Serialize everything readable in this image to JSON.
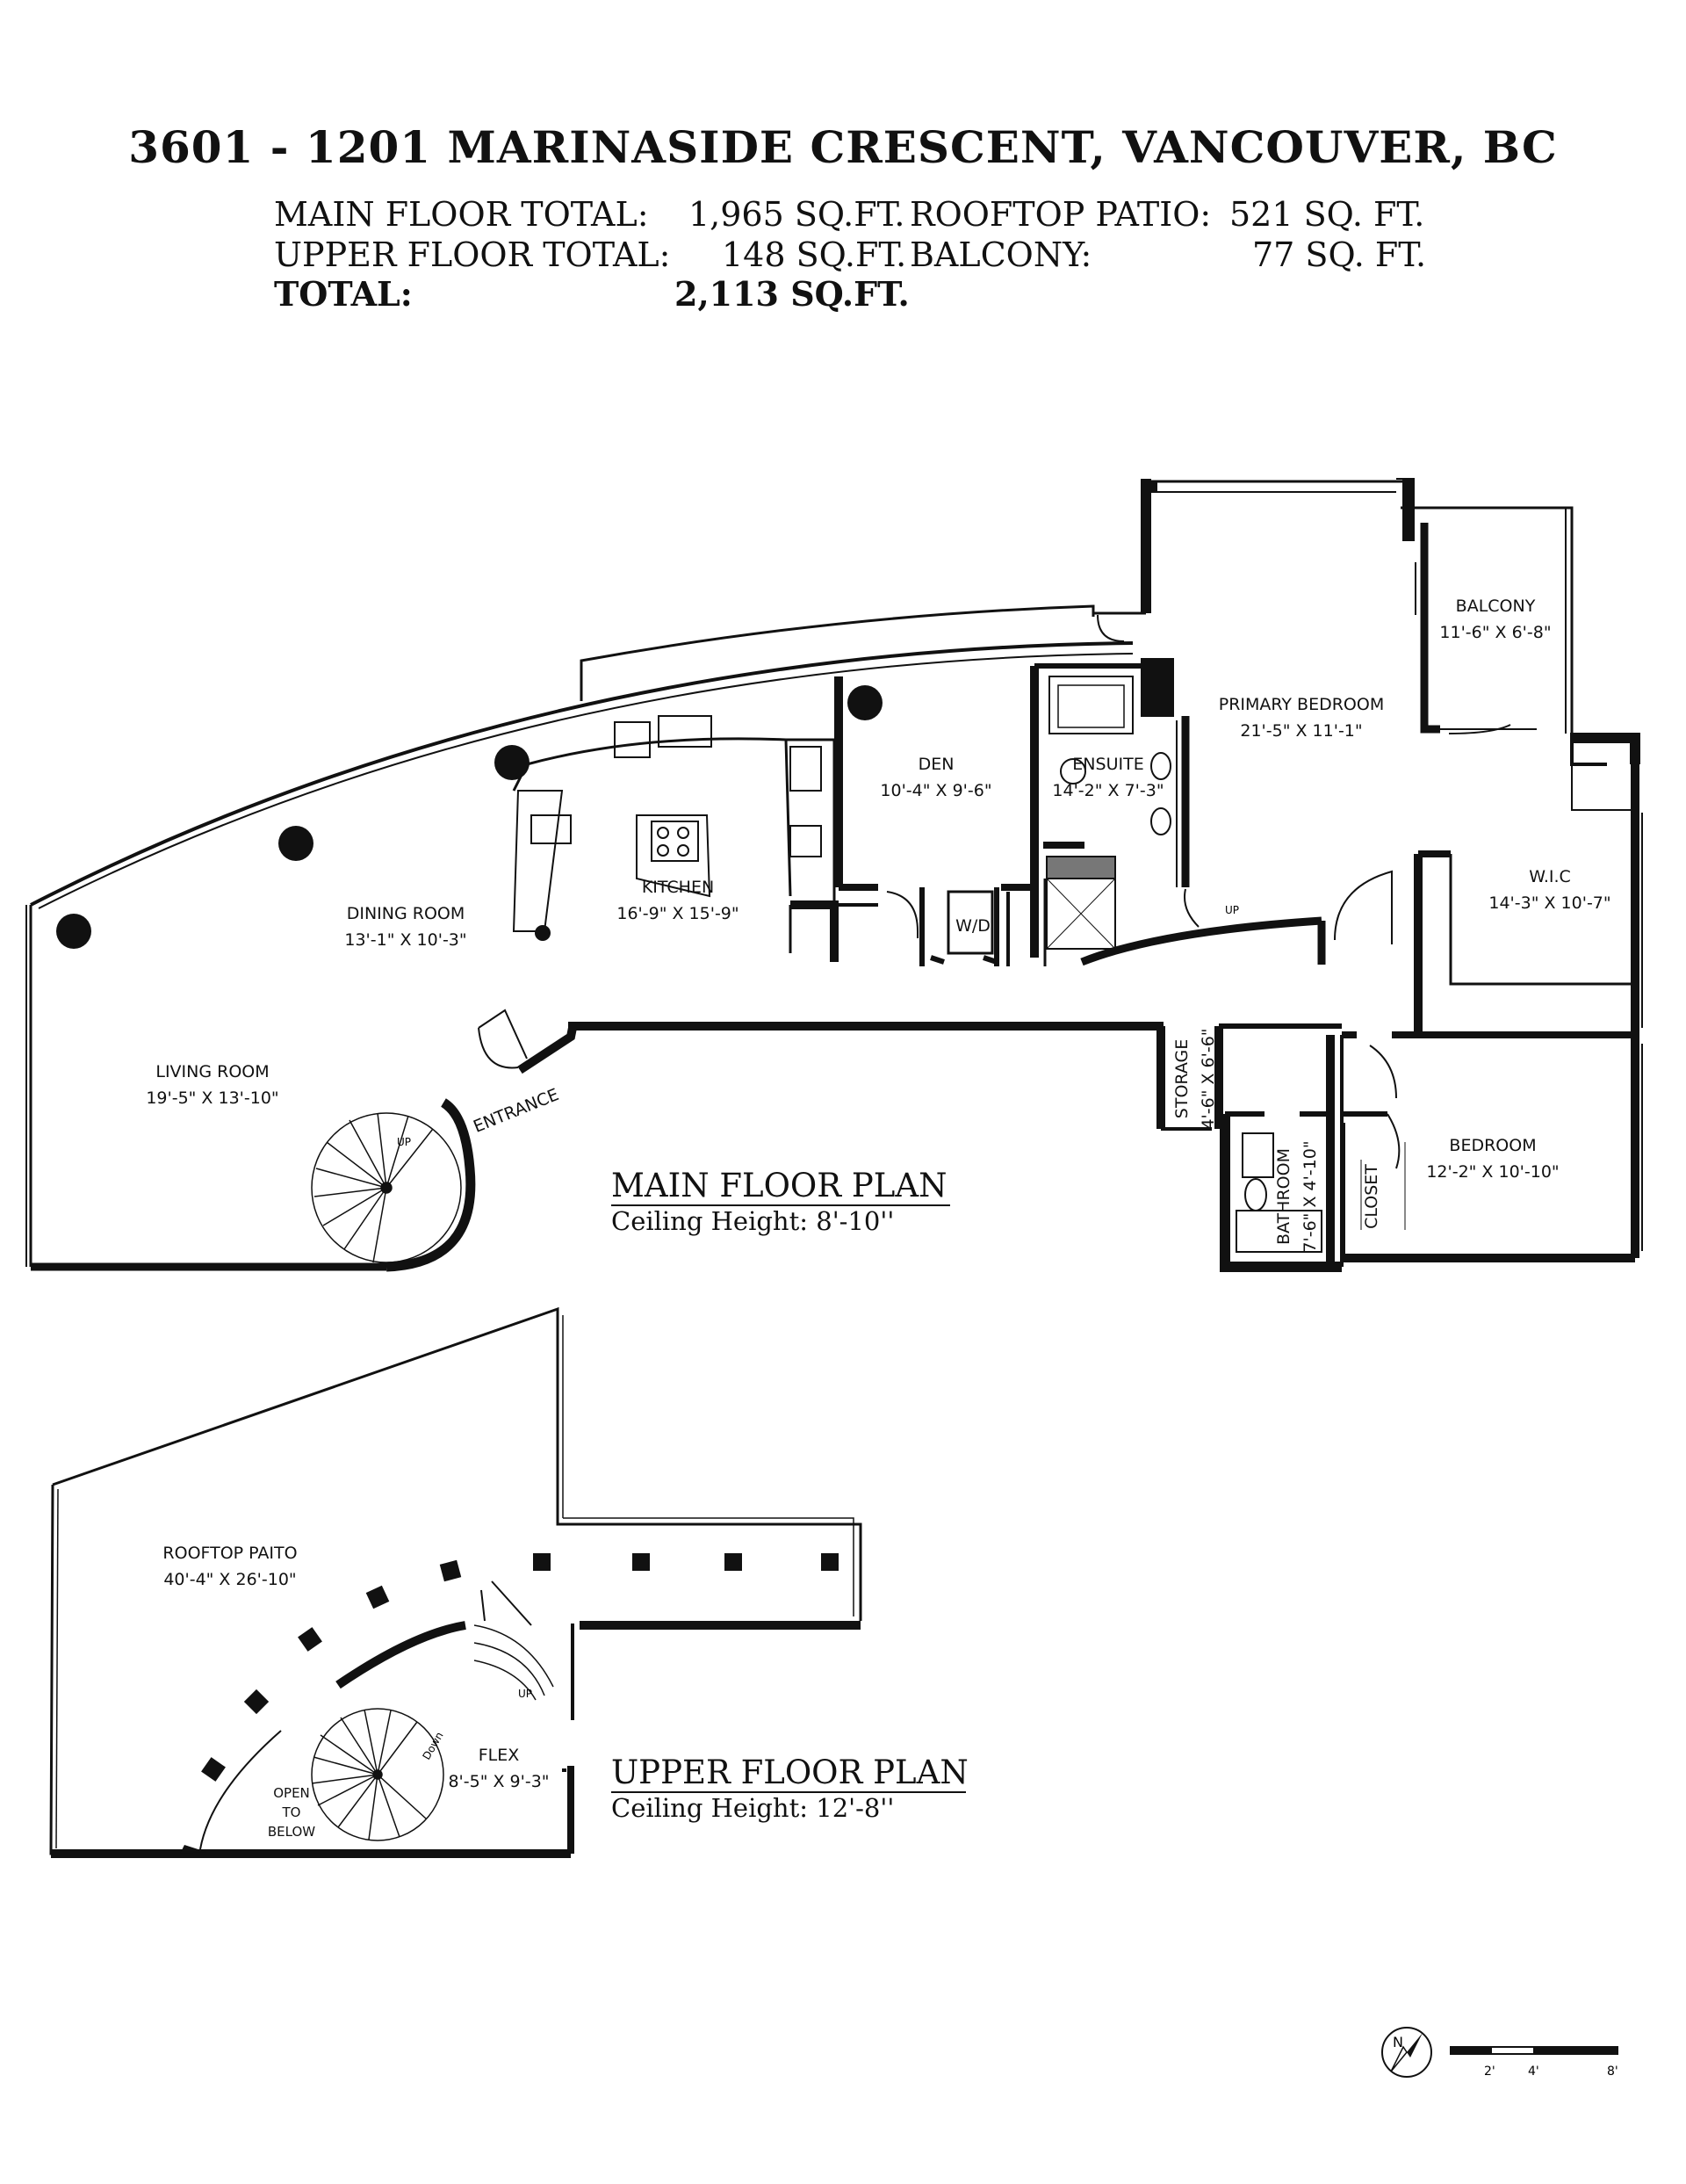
{
  "header": {
    "title": "3601 - 1201 MARINASIDE CRESCENT, VANCOUVER, BC",
    "rows": [
      {
        "label": "MAIN FLOOR TOTAL:",
        "value": "1,965 SQ.FT.",
        "label2": "ROOFTOP PATIO:",
        "value2": "521 SQ. FT."
      },
      {
        "label": "UPPER FLOOR TOTAL:",
        "value": "148 SQ.FT.",
        "label2": "BALCONY:",
        "value2": "77 SQ. FT."
      },
      {
        "label": "TOTAL:",
        "value": "2,113 SQ.FT."
      }
    ]
  },
  "main_floor": {
    "title": "MAIN FLOOR PLAN",
    "ceiling": "Ceiling Height: 8'-10''",
    "rooms": {
      "living": {
        "name": "LIVING ROOM",
        "dim": "19'-5\" X 13'-10\""
      },
      "dining": {
        "name": "DINING ROOM",
        "dim": "13'-1\" X 10'-3\""
      },
      "kitchen": {
        "name": "KITCHEN",
        "dim": "16'-9\" X 15'-9\""
      },
      "den": {
        "name": "DEN",
        "dim": "10'-4\" X 9'-6\""
      },
      "ensuite": {
        "name": "ENSUITE",
        "dim": "14'-2\" X 7'-3\""
      },
      "primary": {
        "name": "PRIMARY BEDROOM",
        "dim": "21'-5\" X 11'-1\""
      },
      "balcony": {
        "name": "BALCONY",
        "dim": "11'-6\" X 6'-8\""
      },
      "wic": {
        "name": "W.I.C",
        "dim": "14'-3\" X 10'-7\""
      },
      "bedroom": {
        "name": "BEDROOM",
        "dim": "12'-2\" X 10'-10\""
      },
      "storage": {
        "name": "STORAGE",
        "dim": "4'-6\" X 6'-6\""
      },
      "bathroom": {
        "name": "BATHROOM",
        "dim": "7'-6\" X 4'-10\""
      },
      "closet": {
        "name": "CLOSET"
      },
      "wd": {
        "name": "W/D"
      },
      "entrance": {
        "name": "ENTRANCE"
      },
      "up1": "UP",
      "up2": "UP"
    }
  },
  "upper_floor": {
    "title": "UPPER FLOOR PLAN",
    "ceiling": "Ceiling Height: 12'-8''",
    "rooms": {
      "rooftop": {
        "name": "ROOFTOP PAITO",
        "dim": "40'-4\" X 26'-10\""
      },
      "flex": {
        "name": "FLEX",
        "dim": "8'-5\" X 9'-3\""
      },
      "open": [
        "OPEN",
        "TO",
        "BELOW"
      ],
      "up": "UP",
      "down": "Down"
    }
  },
  "scale": {
    "north": "N",
    "marks": [
      "2'",
      "4'",
      "8'"
    ]
  }
}
